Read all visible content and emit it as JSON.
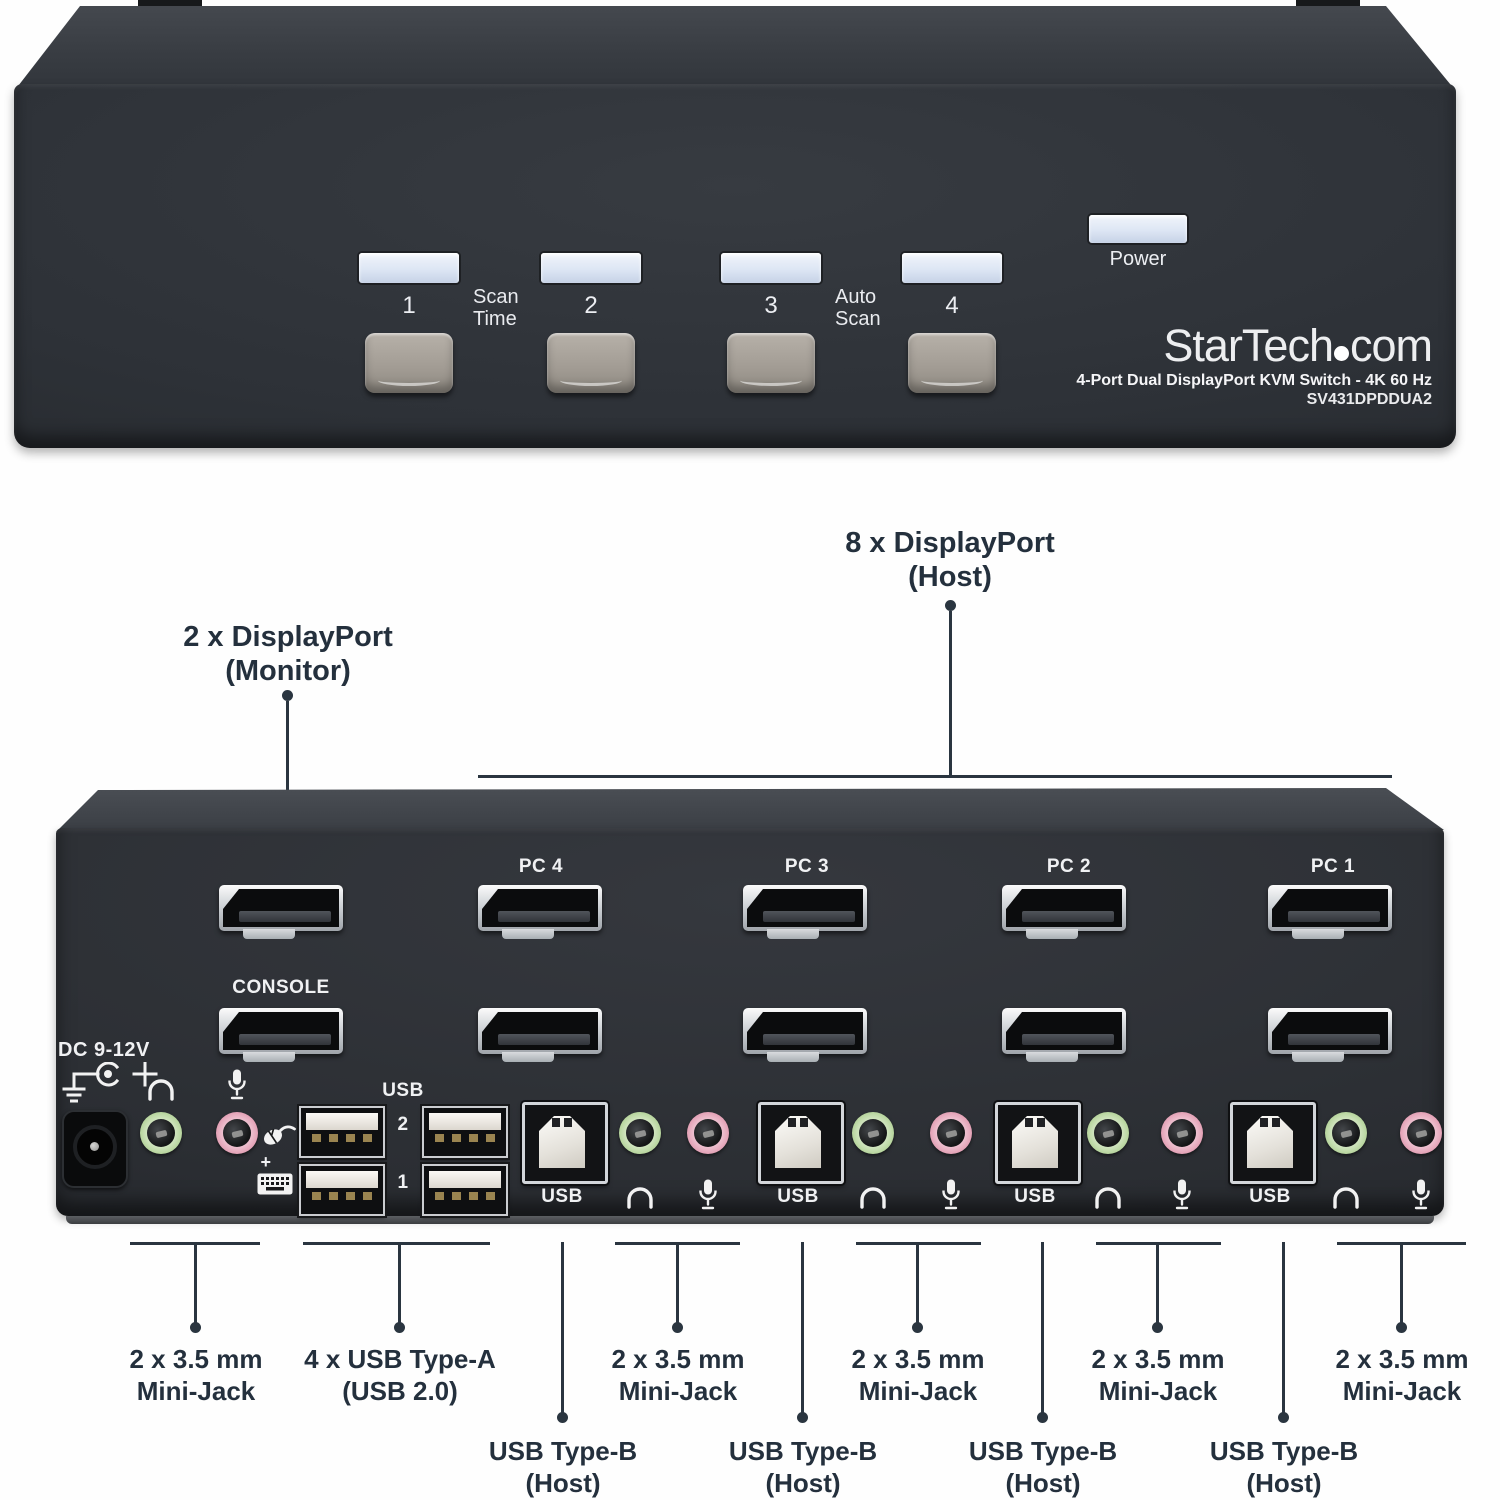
{
  "front_panel": {
    "power_label": "Power",
    "channel_numbers": [
      "1",
      "2",
      "3",
      "4"
    ],
    "scan_time_label": {
      "line1": "Scan",
      "line2": "Time"
    },
    "auto_scan_label": {
      "line1": "Auto",
      "line2": "Scan"
    },
    "brand": {
      "name": "StarTech",
      "tld": "com"
    },
    "product_title": "4-Port Dual DisplayPort KVM Switch - 4K 60 Hz",
    "model_number": "SV431DPDDUA2"
  },
  "annotations": {
    "monitor_displayport": {
      "line1": "2 x DisplayPort",
      "line2": "(Monitor)"
    },
    "host_displayport": {
      "line1": "8 x DisplayPort",
      "line2": "(Host)"
    },
    "mini_jack": {
      "line1": "2 x 3.5 mm",
      "line2": "Mini-Jack"
    },
    "usb_type_a": {
      "line1": "4 x USB Type-A",
      "line2": "(USB 2.0)"
    },
    "usb_type_b": {
      "line1": "USB Type-B",
      "line2": "(Host)"
    }
  },
  "rear_panel": {
    "pc_labels": [
      "PC 4",
      "PC 3",
      "PC 2",
      "PC 1"
    ],
    "console_label": "CONSOLE",
    "dc_power_label": "DC 9-12V",
    "usb_hub_label": "USB",
    "usb_hub_port_numbers": [
      "2",
      "1"
    ],
    "usb_hub_plus": "+",
    "usb_b_port_label": "USB"
  },
  "colors": {
    "annotation_text": "#24303d",
    "led": "#dde6f4",
    "jack_green": "#b9d6a0",
    "jack_pink": "#e4a4b8",
    "device_body": "#2b2f34"
  }
}
